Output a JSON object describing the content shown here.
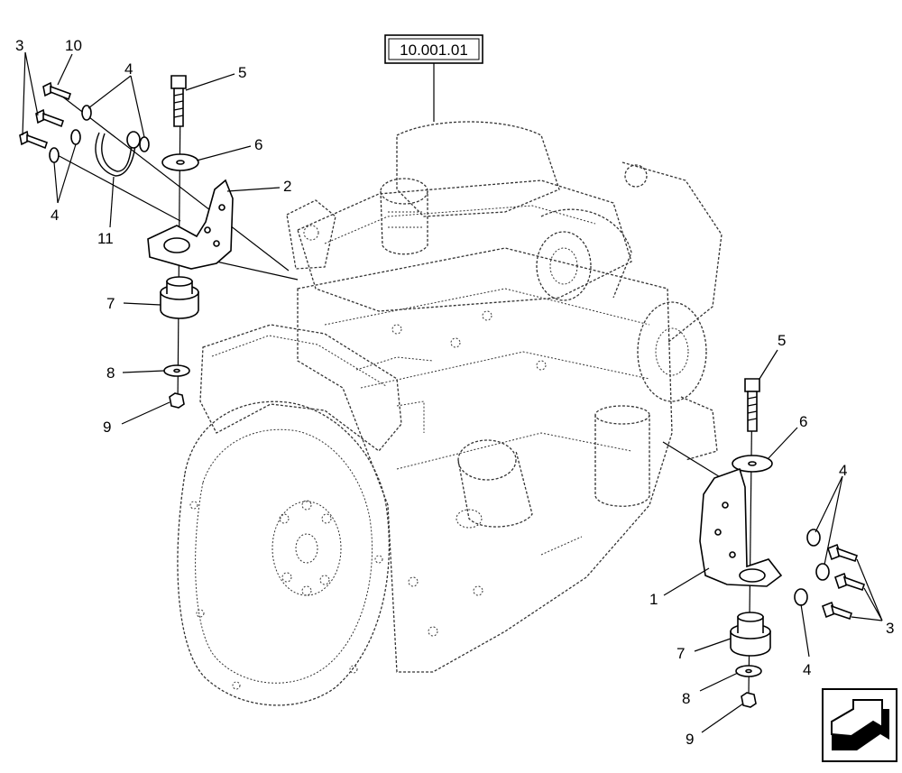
{
  "reference_box": "10.001.01",
  "callouts": {
    "left_3": "3",
    "left_10": "10",
    "left_4_top": "4",
    "left_4_bottom": "4",
    "left_11": "11",
    "left_5": "5",
    "left_6": "6",
    "left_2": "2",
    "left_7": "7",
    "left_8": "8",
    "left_9": "9",
    "right_5": "5",
    "right_6": "6",
    "right_4_top": "4",
    "right_4_bottom": "4",
    "right_3": "3",
    "right_1": "1",
    "right_7": "7",
    "right_8": "8",
    "right_9": "9"
  },
  "icons": {
    "nav": "next-page-arrow-icon"
  }
}
